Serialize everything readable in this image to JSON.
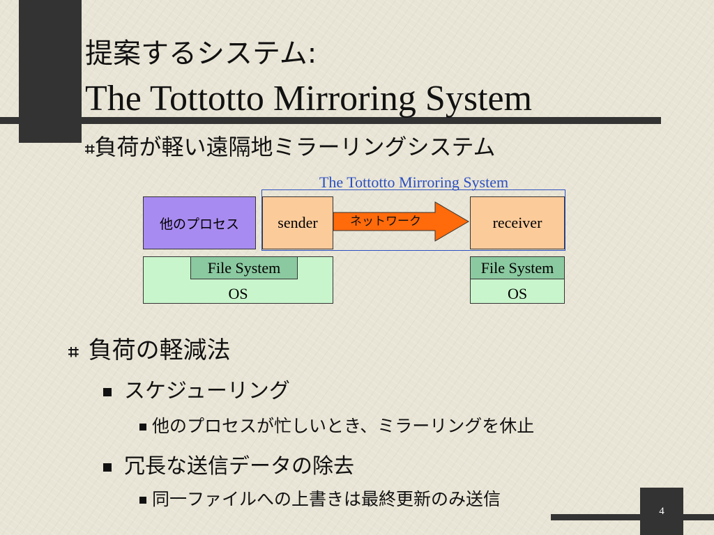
{
  "slide": {
    "title_line1": "提案するシステム:",
    "title_line2": "The Tottotto Mirroring System",
    "subtitle_marker": "⌗",
    "subtitle": "負荷が軽い遠隔地ミラーリングシステム",
    "page_number": "4"
  },
  "diagram": {
    "caption": "The Tottotto Mirroring System",
    "other_process": "他のプロセス",
    "sender": "sender",
    "network": "ネットワーク",
    "receiver": "receiver",
    "file_system_left": "File System",
    "os_left": "OS",
    "file_system_right": "File System",
    "os_right": "OS",
    "colors": {
      "process": "#a88bf0",
      "node": "#fccb9a",
      "os": "#c8f5cc",
      "fs": "#8bc9a0",
      "arrow": "#ff6a0a",
      "caption": "#2a4fc0"
    }
  },
  "bullets": {
    "marker": "⌗",
    "level1": "負荷の軽減法",
    "scheduling": "スケジューリング",
    "scheduling_detail": "他のプロセスが忙しいとき、ミラーリングを休止",
    "redundancy": "冗長な送信データの除去",
    "redundancy_detail": "同一ファイルへの上書きは最終更新のみ送信"
  }
}
